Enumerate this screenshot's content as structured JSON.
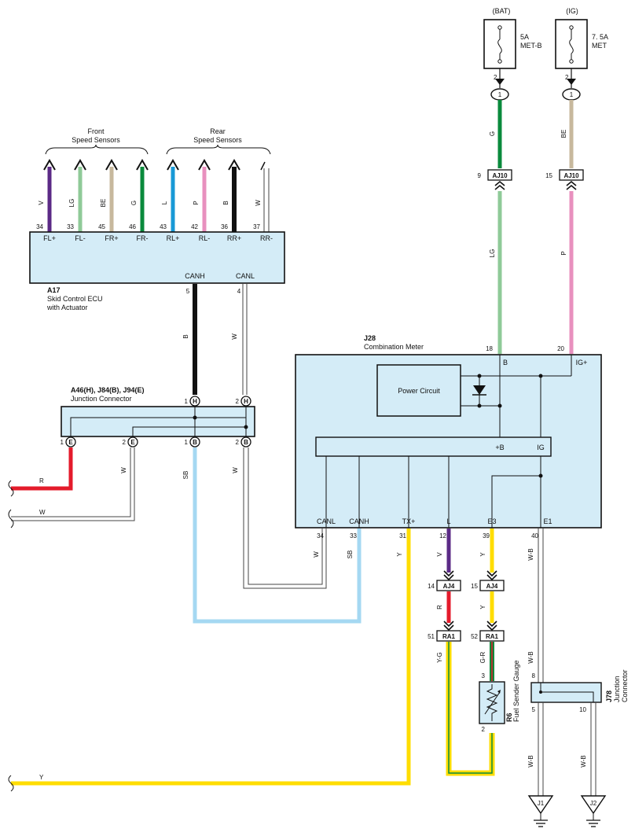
{
  "colors": {
    "box_fill": "#d4ecf7",
    "purple": "#5b2a86",
    "light_green": "#8fca98",
    "beige": "#c7b89d",
    "green": "#0a8a3c",
    "blue": "#1899d6",
    "pink": "#e890be",
    "black": "#111111",
    "red": "#e41b2b",
    "yellow": "#ffdd00",
    "sky_blue": "#a5d8f2"
  },
  "fuses": {
    "bat": {
      "source": "(BAT)",
      "amp": "5A",
      "name": "MET-B",
      "pin": "2",
      "conn_pin": "1"
    },
    "ig": {
      "source": "(IG)",
      "amp": "7. 5A",
      "name": "MET",
      "pin": "2",
      "conn_pin": "1"
    }
  },
  "sensor_groups": {
    "front": [
      "Front",
      "Speed Sensors"
    ],
    "rear": [
      "Rear",
      "Speed Sensors"
    ]
  },
  "ecu": {
    "id": "A17",
    "name": [
      "Skid Control ECU",
      "with Actuator"
    ],
    "pins": [
      {
        "num": "34",
        "label": "FL+",
        "wire": "V"
      },
      {
        "num": "33",
        "label": "FL-",
        "wire": "LG"
      },
      {
        "num": "45",
        "label": "FR+",
        "wire": "BE"
      },
      {
        "num": "46",
        "label": "FR-",
        "wire": "G"
      },
      {
        "num": "43",
        "label": "RL+",
        "wire": "L"
      },
      {
        "num": "42",
        "label": "RL-",
        "wire": "P"
      },
      {
        "num": "36",
        "label": "RR+",
        "wire": "B"
      },
      {
        "num": "37",
        "label": "RR-",
        "wire": "W"
      }
    ],
    "canh": {
      "label": "CANH",
      "pin": "5",
      "wire": "B"
    },
    "canl": {
      "label": "CANL",
      "pin": "4",
      "wire": "W"
    }
  },
  "junction": {
    "id": "A46(H), J84(B), J94(E)",
    "name": "Junction Connector",
    "top": [
      {
        "pin": "1",
        "conn": "H"
      },
      {
        "pin": "2",
        "conn": "H"
      }
    ],
    "bottom": [
      {
        "pin": "1",
        "conn": "E",
        "wire": ""
      },
      {
        "pin": "2",
        "conn": "E",
        "wire": "W"
      },
      {
        "pin": "1",
        "conn": "B",
        "wire": "SB"
      },
      {
        "pin": "2",
        "conn": "B",
        "wire": "W"
      }
    ],
    "left_wires": [
      "R",
      "W"
    ]
  },
  "meter": {
    "id": "J28",
    "name": "Combination Meter",
    "power_circuit": "Power Circuit",
    "top_pins": [
      {
        "num": "18",
        "label": "B"
      },
      {
        "num": "20",
        "label": "IG+"
      }
    ],
    "inner_labels": {
      "plus_b": "+B",
      "ig": "IG"
    },
    "bottom_pins": [
      {
        "num": "34",
        "label": "CANL",
        "wire": "W"
      },
      {
        "num": "33",
        "label": "CANH",
        "wire": "SB"
      },
      {
        "num": "31",
        "label": "TX+",
        "wire": "Y"
      },
      {
        "num": "12",
        "label": "L",
        "wire": "V"
      },
      {
        "num": "39",
        "label": "E3",
        "wire": "Y"
      },
      {
        "num": "40",
        "label": "E1",
        "wire": "W-B"
      }
    ]
  },
  "aj10": {
    "name": "AJ10",
    "left": {
      "pin": "9",
      "wire_top": "G",
      "wire_bottom": "LG"
    },
    "right": {
      "pin": "15",
      "wire_top": "BE",
      "wire_bottom": "P"
    }
  },
  "aj4": {
    "name": "AJ4",
    "left": {
      "pin": "14",
      "wire_bottom": "R"
    },
    "right": {
      "pin": "15",
      "wire_bottom": "Y"
    }
  },
  "ra1": {
    "name": "RA1",
    "left": {
      "pin": "51",
      "wire_bottom": "Y-G"
    },
    "right": {
      "pin": "52",
      "wire_bottom": "G-R"
    }
  },
  "fuel_sender": {
    "id": "R6",
    "name": "Fuel Sender Gauge",
    "pin_top": "3",
    "pin_bottom": "2"
  },
  "j78": {
    "id": "J78",
    "name": [
      "Junction",
      "Connector"
    ],
    "pin_in": "8",
    "pin_out_left": "5",
    "pin_out_right": "10",
    "wire_in": "W-B",
    "wire_out_left": "W-B",
    "wire_out_right": "W-B"
  },
  "grounds": [
    "J1",
    "J2"
  ],
  "bottom_wire": "Y"
}
